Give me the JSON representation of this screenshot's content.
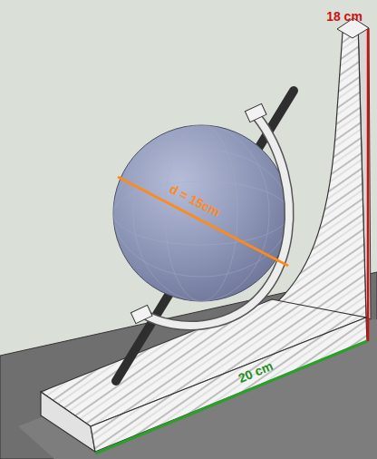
{
  "diagram": {
    "labels": [
      "18 cm",
      "d = 15cm",
      "20 cm"
    ]
  }
}
